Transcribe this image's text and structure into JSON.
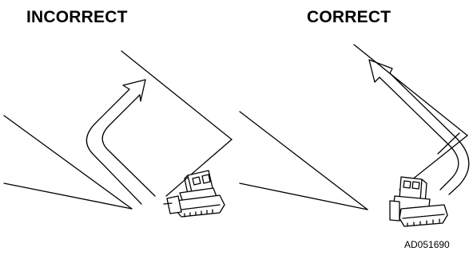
{
  "panels": {
    "left": {
      "title": "INCORRECT"
    },
    "right": {
      "title": "CORRECT"
    }
  },
  "reference_code": "AD051690",
  "colors": {
    "ink": "#000000",
    "paper": "#ffffff"
  }
}
